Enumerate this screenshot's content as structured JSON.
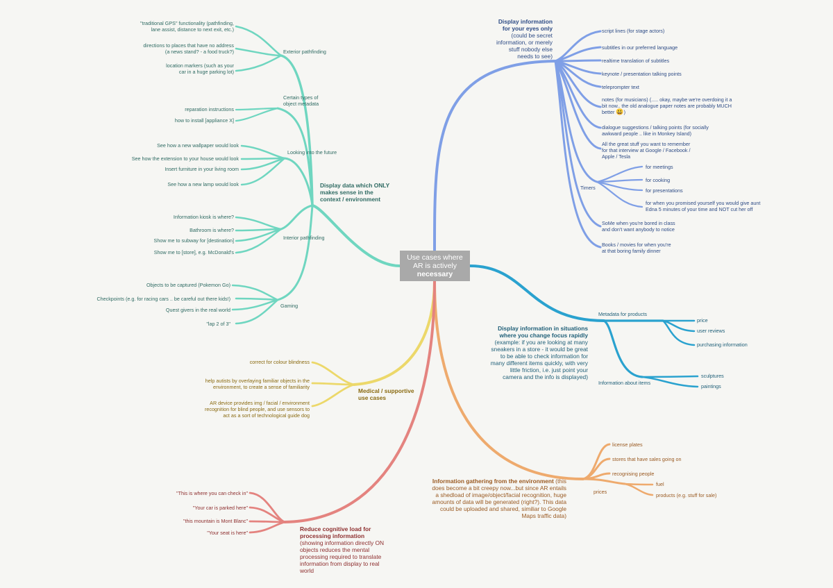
{
  "center": {
    "line1": "Use cases where",
    "line2": "AR is actively",
    "line3": "necessary"
  },
  "teal": {
    "main": {
      "l1": "Display data which ONLY",
      "l2": "makes sense in the",
      "l3": "context / environment"
    },
    "exterior": {
      "label": "Exterior pathfinding",
      "items": [
        {
          "l1": "\"traditional GPS\" functionality (pathfinding,",
          "l2": "lane assist, distance to next exit, etc.)"
        },
        {
          "l1": "directions to places that have no address",
          "l2": "(a news stand? - a food truck?)"
        },
        {
          "l1": "location markers (such as your",
          "l2": "car in a huge parking lot)"
        }
      ]
    },
    "metadata": {
      "l1": "Certain types of",
      "l2": "object metadata",
      "items": [
        "reparation instructions",
        "how to install [appliance X]"
      ]
    },
    "future": {
      "label": "Looking into the future",
      "items": [
        "See how a new wallpaper would look",
        "See how the extension to your house would look",
        "Insert furniture in your living room",
        "See how a new lamp would look"
      ]
    },
    "interior": {
      "label": "Interior pathfinding",
      "items": [
        "Information kiosk is where?",
        "Bathroom is where?",
        "Show me to subway for [destination]",
        "Show me to [store], e.g. McDonald's"
      ]
    },
    "gaming": {
      "label": "Gaming",
      "items": [
        "Objects to be captured (Pokemon Go)",
        "Checkpoints (e.g. for racing cars .. be careful out there kids!)",
        "Quest givers in the real world",
        "\"lap 2 of 3\""
      ]
    }
  },
  "blue": {
    "main": {
      "l1": "Display information",
      "l2": "for your eyes only",
      "l3": "(could be secret",
      "l4": "information, or merely",
      "l5": "stuff nobody else",
      "l6": "needs to see)"
    },
    "items": {
      "script": "script lines (for stage actors)",
      "subtitles": "subtitles in our preferred language",
      "translation": "realtime translation of subtitles",
      "keynote": "keynote / presentation talking points",
      "teleprompter": "teleprompter text",
      "notes": {
        "l1": "notes (for musicians) (..... okay, maybe we're overdoing it a",
        "l2": "bit now.. the old analogue paper notes are probably MUCH",
        "l3": "better",
        "emoji": "😃",
        "l3end": ")"
      },
      "dialogue": {
        "l1": "dialogue suggestions / talking points (for socially",
        "l2": "awkward people .. like in Monkey Island)"
      },
      "interview": {
        "l1": "All the great stuff you want to remember",
        "l2": "for that interview at Google / Facebook /",
        "l3": "Apple / Tesla"
      },
      "some": {
        "l1": "SoMe when you're bored in class",
        "l2": "and don't want anybody to notice"
      },
      "books": {
        "l1": "Books / movies for when you're",
        "l2": "at that boring family dinner"
      }
    },
    "timers": {
      "label": "Timers",
      "items": [
        "for meetings",
        "for cooking",
        "for presentations"
      ],
      "promise": {
        "l1": "for when you promised yourself you would give aunt",
        "l2": "Edna 5 minutes of your time and NOT cut her off"
      }
    }
  },
  "cyan": {
    "main": {
      "l1": "Display information in situations",
      "l2": "where you change focus rapidly",
      "l3": "(example: if you are looking at many",
      "l4": "sneakers in a store - it would be great",
      "l5": "to be able to check information for",
      "l6": "many different items quickly, with very",
      "l7": "little friction, i.e. just point your",
      "l8": "camera and the info is displayed)"
    },
    "products": {
      "label": "Metadata for products",
      "items": [
        "price",
        "user reviews",
        "purchasing information"
      ]
    },
    "about": {
      "label": "Information about items",
      "items": [
        "sculptures",
        "paintings"
      ]
    }
  },
  "yellow": {
    "main": {
      "l1": "Medical / supportive",
      "l2": "use cases"
    },
    "colour": "correct for colour blindness",
    "autists": {
      "l1": "help autists by overlaying familiar objects in the",
      "l2": "environment, to create a sense of familiarity"
    },
    "blind": {
      "l1": "AR device provides img / facial / environment",
      "l2": "recognition for blind people, and use sensors to",
      "l3": "act as a sort of technological guide dog"
    }
  },
  "orange": {
    "main": {
      "l1b": "Information gathering from the environment",
      "l1": " (this",
      "l2": "does become a bit creepy now...but since AR entails",
      "l3": "a shedload of image/object/facial recognition, huge",
      "l4": "amounts of data will be generated (right?). This data",
      "l5": "could be uploaded and shared, similiar to Google",
      "l6": "Maps traffic data)"
    },
    "items": [
      "license plates",
      "stores that have sales going on",
      "recognising people"
    ],
    "prices": {
      "label": "prices",
      "items": [
        "fuel",
        "products (e.g. stuff for sale)"
      ]
    }
  },
  "red": {
    "main": {
      "l1": "Reduce cognitive load for",
      "l2": "processing information",
      "l3": "(showing information directly ON",
      "l4": "objects reduces the mental",
      "l5": "processing required to translate",
      "l6": "information from display to real",
      "l7": "world"
    },
    "items": [
      "\"This is where you can check in\"",
      "\"Your car is parked here\"",
      "\"this mountain is Mont Blanc\"",
      "\"Your seat is here\""
    ]
  },
  "colors": {
    "teal": "#6fd6c0",
    "blue": "#7f9fe6",
    "cyan": "#2aa2cf",
    "yellow": "#ecd86a",
    "orange": "#eeaa6d",
    "red": "#e4837f",
    "center": "#a9a9a9"
  }
}
